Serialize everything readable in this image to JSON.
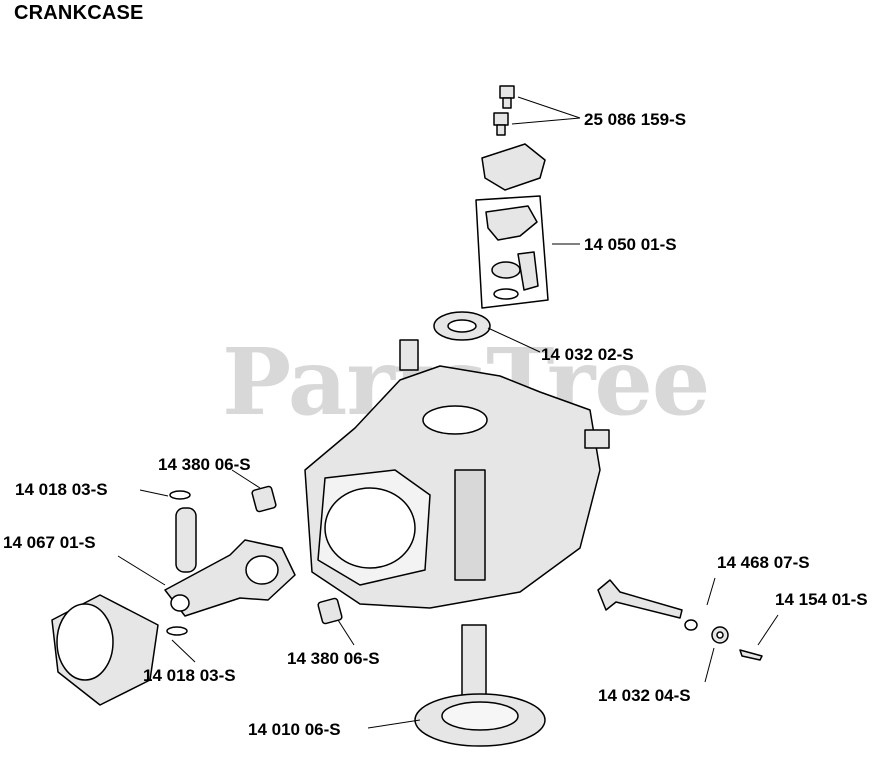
{
  "title": "CRANKCASE",
  "watermark": "PartsTree",
  "parts": {
    "bolts": "25 086 159-S",
    "gasket_kit": "14 050 01-S",
    "oil_seal_top": "14 032 02-S",
    "dowel_pin_top": "14 380 06-S",
    "circlip_top": "14 018 03-S",
    "connecting_rod": "14 067 01-S",
    "circlip_bottom": "14 018 03-S",
    "dowel_pin_bottom": "14 380 06-S",
    "washer": "14 468 07-S",
    "pin": "14 154 01-S",
    "oil_seal_right": "14 032 04-S",
    "camshaft": "14 010 06-S"
  }
}
